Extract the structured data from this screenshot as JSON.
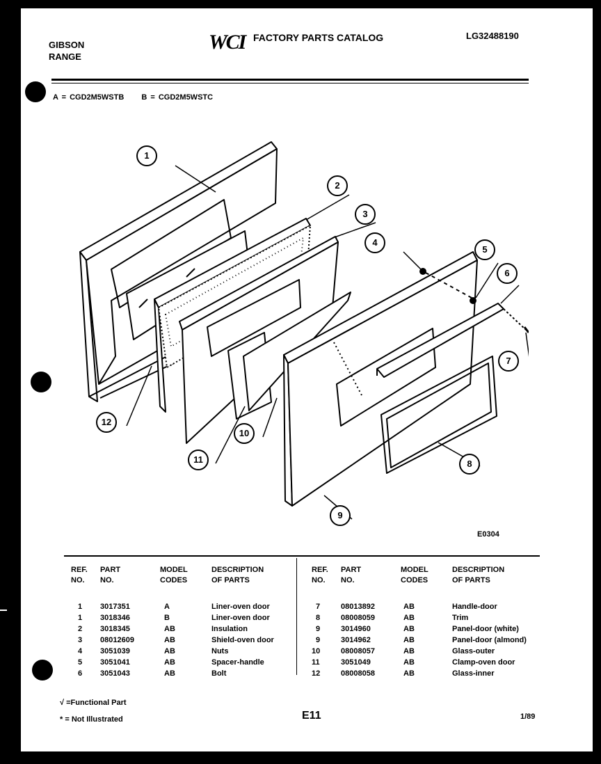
{
  "header": {
    "brand_line1": "GIBSON",
    "brand_line2": "RANGE",
    "logo": "WCI",
    "catalog_title": "FACTORY PARTS CATALOG",
    "publication_no": "LG32488190"
  },
  "models": {
    "a": "A = CGD2M5WSTB",
    "b": "B = CGD2M5WSTC"
  },
  "diagram": {
    "code": "E0304",
    "callouts": [
      "1",
      "2",
      "3",
      "4",
      "5",
      "6",
      "7",
      "8",
      "9",
      "10",
      "11",
      "12"
    ]
  },
  "table": {
    "headers": {
      "ref": "REF.\nNO.",
      "part": "PART\nNO.",
      "model": "MODEL\nCODES",
      "desc": "DESCRIPTION\nOF PARTS"
    },
    "left_rows": [
      {
        "ref": "1",
        "part": "3017351",
        "model": "A",
        "desc": "Liner-oven door"
      },
      {
        "ref": "1",
        "part": "3018346",
        "model": "B",
        "desc": "Liner-oven door"
      },
      {
        "ref": "2",
        "part": "3018345",
        "model": "AB",
        "desc": "Insulation"
      },
      {
        "ref": "3",
        "part": "08012609",
        "model": "AB",
        "desc": "Shield-oven door"
      },
      {
        "ref": "4",
        "part": "3051039",
        "model": "AB",
        "desc": "Nuts"
      },
      {
        "ref": "5",
        "part": "3051041",
        "model": "AB",
        "desc": "Spacer-handle"
      },
      {
        "ref": "6",
        "part": "3051043",
        "model": "AB",
        "desc": "Bolt"
      }
    ],
    "right_rows": [
      {
        "ref": "7",
        "part": "08013892",
        "model": "AB",
        "desc": "Handle-door"
      },
      {
        "ref": "8",
        "part": "08008059",
        "model": "AB",
        "desc": "Trim"
      },
      {
        "ref": "9",
        "part": "3014960",
        "model": "AB",
        "desc": "Panel-door (white)"
      },
      {
        "ref": "9",
        "part": "3014962",
        "model": "AB",
        "desc": "Panel-door (almond)"
      },
      {
        "ref": "10",
        "part": "08008057",
        "model": "AB",
        "desc": "Glass-outer"
      },
      {
        "ref": "11",
        "part": "3051049",
        "model": "AB",
        "desc": "Clamp-oven door"
      },
      {
        "ref": "12",
        "part": "08008058",
        "model": "AB",
        "desc": "Glass-inner"
      }
    ]
  },
  "footer": {
    "functional": "√ =Functional Part",
    "not_illustrated": "* = Not Illustrated",
    "page_code": "E11",
    "date": "1/89"
  }
}
